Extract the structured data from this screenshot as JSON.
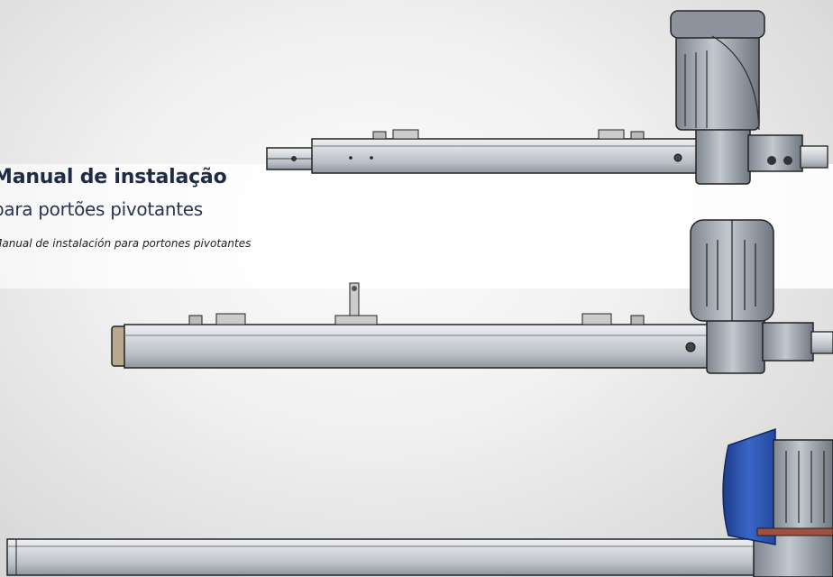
{
  "document": {
    "title": "Manual de instalação",
    "subtitle": "para portões pivotantes",
    "subtitle_es": "Manual de instalación para portones pivotantes"
  },
  "colors": {
    "title": "#1f2a44",
    "motor_blue": "#2f57b8",
    "motor_gray": "#9aa1ab",
    "tube": "#c8ccd2",
    "outline": "#222"
  },
  "illustrations": [
    "operator-top-side-view",
    "operator-middle-side-view",
    "operator-bottom-blue-motor"
  ]
}
